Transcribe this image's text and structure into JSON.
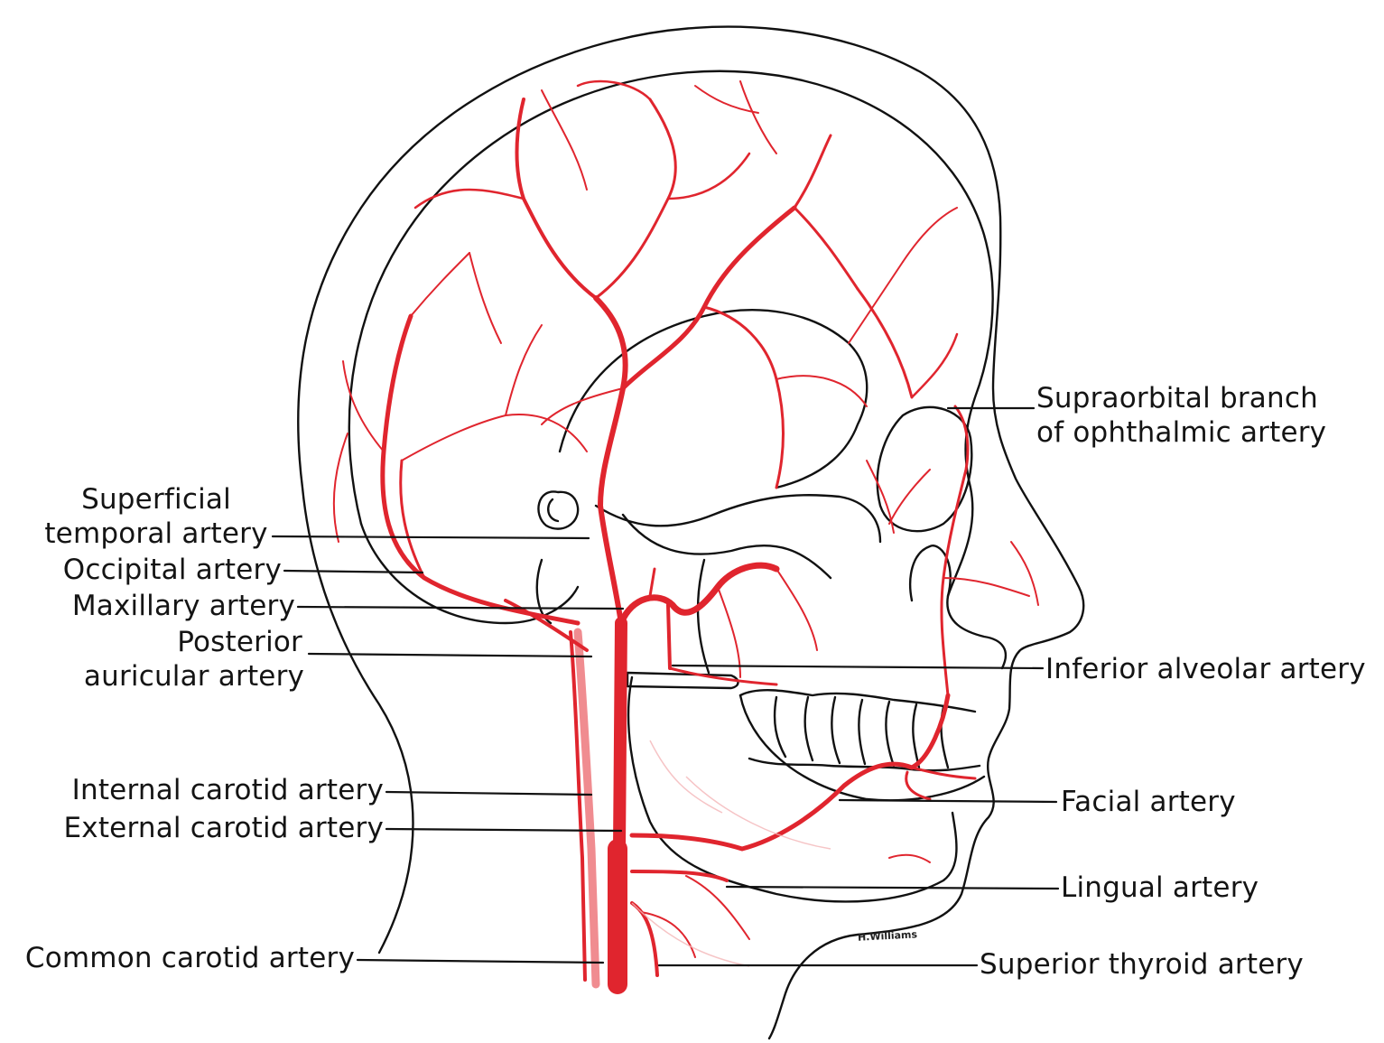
{
  "colors": {
    "artery": "#e0252e",
    "artery_light": "#f08c90",
    "outline": "#111111",
    "leader": "#111111",
    "background": "#ffffff"
  },
  "labels": {
    "superficial_temporal": [
      "Superficial",
      "temporal artery"
    ],
    "occipital": "Occipital artery",
    "maxillary": "Maxillary artery",
    "posterior_auricular": [
      "Posterior",
      "auricular artery"
    ],
    "internal_carotid": "Internal carotid artery",
    "external_carotid": "External carotid artery",
    "common_carotid": "Common carotid artery",
    "supraorbital": [
      "Supraorbital branch",
      "of ophthalmic artery"
    ],
    "inferior_alveolar": "Inferior alveolar artery",
    "facial": "Facial artery",
    "lingual": "Lingual artery",
    "superior_thyroid": "Superior thyroid artery"
  },
  "signature": "H.Williams"
}
